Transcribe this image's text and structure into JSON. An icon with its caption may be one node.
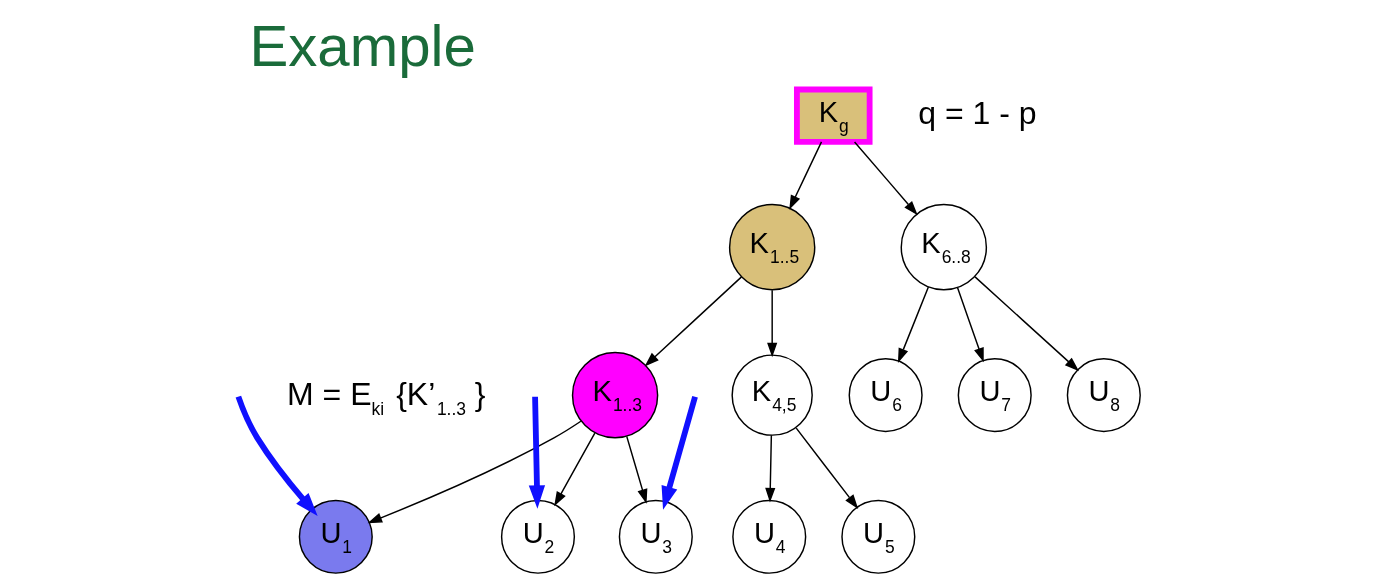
{
  "diagram": {
    "title": "Example",
    "nodes": [
      {
        "text": [
          "K$_{g}$"
        ]
      },
      {
        "text": [
          "K$_{1..5}$"
        ]
      },
      {
        "text": [
          "K$_{6..8}$"
        ]
      },
      {
        "text": [
          "K$_{1..3}$"
        ]
      },
      {
        "text": [
          "K$_{4,5}$"
        ]
      },
      {
        "text": [
          "U$_{1}$"
        ]
      },
      {
        "text": [
          "U$_{2}$"
        ]
      },
      {
        "text": [
          "U$_{3}$"
        ]
      },
      {
        "text": [
          "U$_{4}$"
        ]
      },
      {
        "text": [
          "U$_{5}$"
        ]
      },
      {
        "text": [
          "U$_{6}$"
        ]
      },
      {
        "text": [
          "U$_{7}$"
        ]
      },
      {
        "text": [
          "U$_{8}$"
        ]
      }
    ],
    "edges": [
      {
        "from": 0,
        "to": 1,
        "arrow": "to"
      },
      {
        "from": 0,
        "to": 2,
        "arrow": "to"
      },
      {
        "from": 1,
        "to": 3,
        "arrow": "to"
      },
      {
        "from": 1,
        "to": 4,
        "arrow": "to"
      },
      {
        "from": 3,
        "to": 5,
        "arrow": "to"
      },
      {
        "from": 3,
        "to": 6,
        "arrow": "to"
      },
      {
        "from": 3,
        "to": 7,
        "arrow": "to"
      },
      {
        "from": 4,
        "to": 8,
        "arrow": "to"
      },
      {
        "from": 4,
        "to": 9,
        "arrow": "to"
      },
      {
        "from": 2,
        "to": 10,
        "arrow": "to"
      },
      {
        "from": 2,
        "to": 11,
        "arrow": "to"
      },
      {
        "from": 2,
        "to": 12,
        "arrow": "to"
      },
      {
        "from": null,
        "to": 5,
        "arrow": "to",
        "style": "thick",
        "color": "#1010ff"
      },
      {
        "from": null,
        "to": 6,
        "arrow": "to",
        "style": "thick",
        "color": "#1010ff"
      },
      {
        "from": null,
        "to": 7,
        "arrow": "to",
        "style": "thick",
        "color": "#1010ff"
      }
    ],
    "labels": [
      "q = 1 - p",
      "M = E$_{ki}$ {K’$_{1..3}$ }"
    ]
  }
}
